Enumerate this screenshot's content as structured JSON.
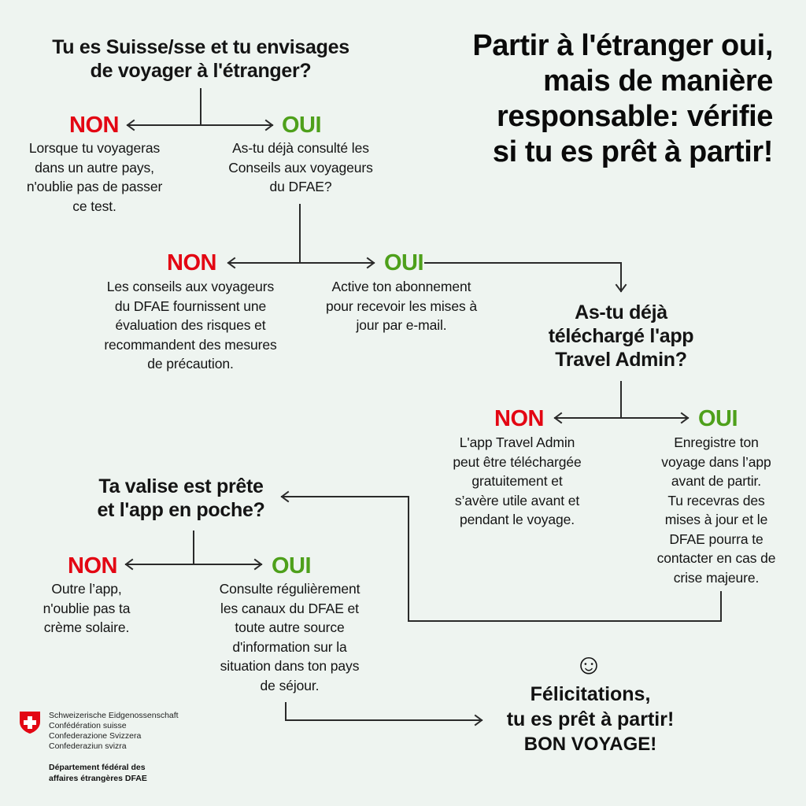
{
  "title": "Partir à l'étranger oui,\nmais de manière\nresponsable: vérifie\nsi tu es prêt à partir!",
  "colors": {
    "background": "#eef4f0",
    "non": "#e30613",
    "oui": "#4ea01b",
    "line": "#2a2a2a"
  },
  "steps": [
    {
      "question": "Tu es Suisse/sse et tu envisages\nde voyager à l'étranger?",
      "non": {
        "label": "NON",
        "text": "Lorsque tu voyageras\ndans un autre pays,\nn'oublie pas de passer\nce test."
      },
      "oui": {
        "label": "OUI",
        "text": "As-tu déjà consulté les\nConseils aux voyageurs\ndu DFAE?"
      }
    },
    {
      "question": "",
      "non": {
        "label": "NON",
        "text": "Les conseils aux voyageurs\ndu DFAE fournissent une\névaluation des risques et\nrecommandent des mesures\nde précaution."
      },
      "oui": {
        "label": "OUI",
        "text": "Active ton abonnement\npour recevoir les mises à\njour par e-mail."
      }
    },
    {
      "question": "As-tu déjà\ntéléchargé l'app\nTravel Admin?",
      "non": {
        "label": "NON",
        "text": "L'app Travel Admin\npeut être téléchargée\ngratuitement et\ns’avère utile avant et\npendant le voyage."
      },
      "oui": {
        "label": "OUI",
        "text": "Enregistre ton\nvoyage dans l’app\navant de partir.\nTu recevras des\nmises à jour et le\nDFAE pourra te\ncontacter en cas de\ncrise majeure."
      }
    },
    {
      "question": "Ta valise est prête\net l'app en poche?",
      "non": {
        "label": "NON",
        "text": "Outre l’app,\nn'oublie pas ta\ncrème solaire."
      },
      "oui": {
        "label": "OUI",
        "text": "Consulte régulièrement\nles canaux du DFAE et\ntoute autre source\nd'information sur la\nsituation dans ton pays\nde séjour."
      }
    }
  ],
  "final": {
    "icon": "☺",
    "line1": "Félicitations,\ntu es prêt à partir!",
    "line2": "BON VOYAGE!"
  },
  "logo": {
    "names": "Schweizerische Eidgenossenschaft\nConfédération suisse\nConfederazione Svizzera\nConfederaziun svizra",
    "department": "Département fédéral des\naffaires étrangères DFAE"
  }
}
